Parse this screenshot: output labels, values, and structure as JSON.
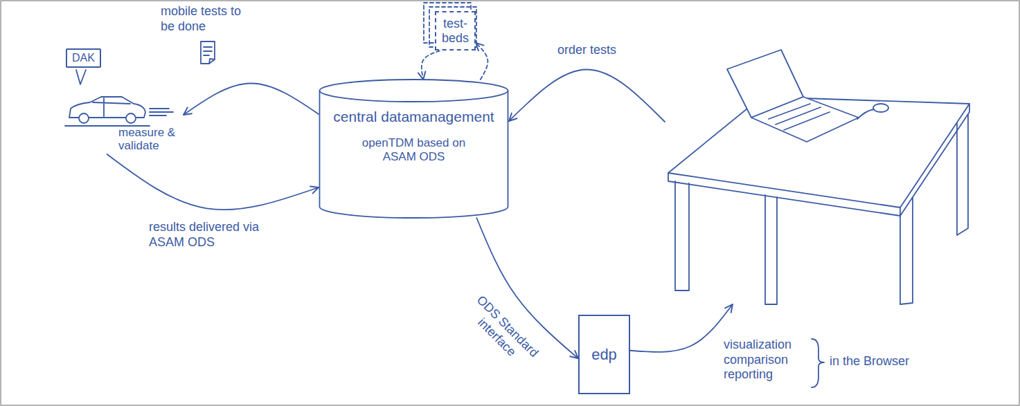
{
  "diagram": {
    "nodes": [
      {
        "text": [
          "test-beds"
        ]
      },
      {
        "text": [
          "DAK"
        ]
      },
      {
        "text": [
          "measure & validate"
        ]
      },
      {
        "text": [
          "central datamanagement",
          "openTDM based on ASAM ODS"
        ]
      },
      {
        "text": []
      },
      {
        "text": [
          "edp"
        ]
      }
    ],
    "edges": [
      {
        "from": 3,
        "to": 2,
        "arrow": "to",
        "label": "mobile tests to be done"
      },
      {
        "from": 2,
        "to": 3,
        "arrow": "to",
        "label": "results delivered via ASAM ODS"
      },
      {
        "from": 0,
        "to": 3,
        "arrow": "to"
      },
      {
        "from": 3,
        "to": 0,
        "arrow": "to"
      },
      {
        "from": 4,
        "to": 3,
        "arrow": "to",
        "label": "order tests"
      },
      {
        "from": 3,
        "to": 5,
        "arrow": "to",
        "label": "ODS Standard interface"
      },
      {
        "from": 5,
        "to": 4,
        "arrow": "to",
        "label": "visualization comparison reporting"
      }
    ],
    "labels": [
      "in the Browser"
    ]
  }
}
